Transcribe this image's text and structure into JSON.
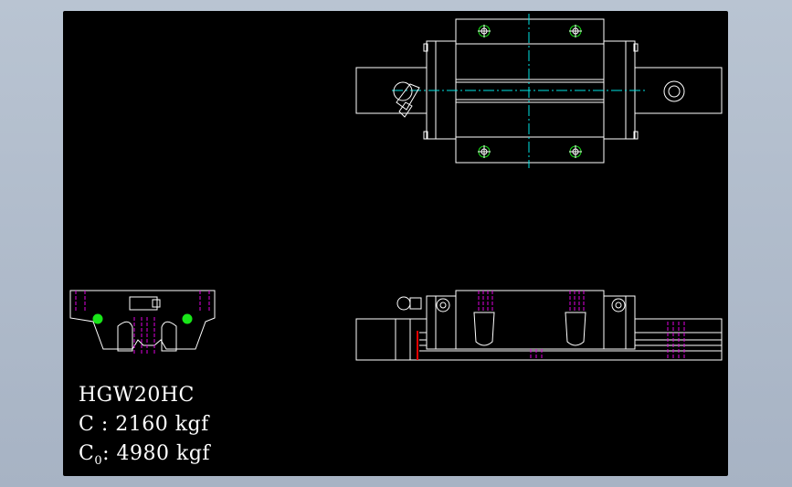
{
  "specs": {
    "model": "HGW20HC",
    "dynamic_load": "C : 2160 kgf",
    "static_symbol": "C",
    "static_subscript": "0",
    "static_load": ": 4980 kgf"
  },
  "colors": {
    "line": "#ffffff",
    "centerline": "#00e5e5",
    "hidden": "#e100e1",
    "hole": "#19e619",
    "accent": "#e60000"
  }
}
